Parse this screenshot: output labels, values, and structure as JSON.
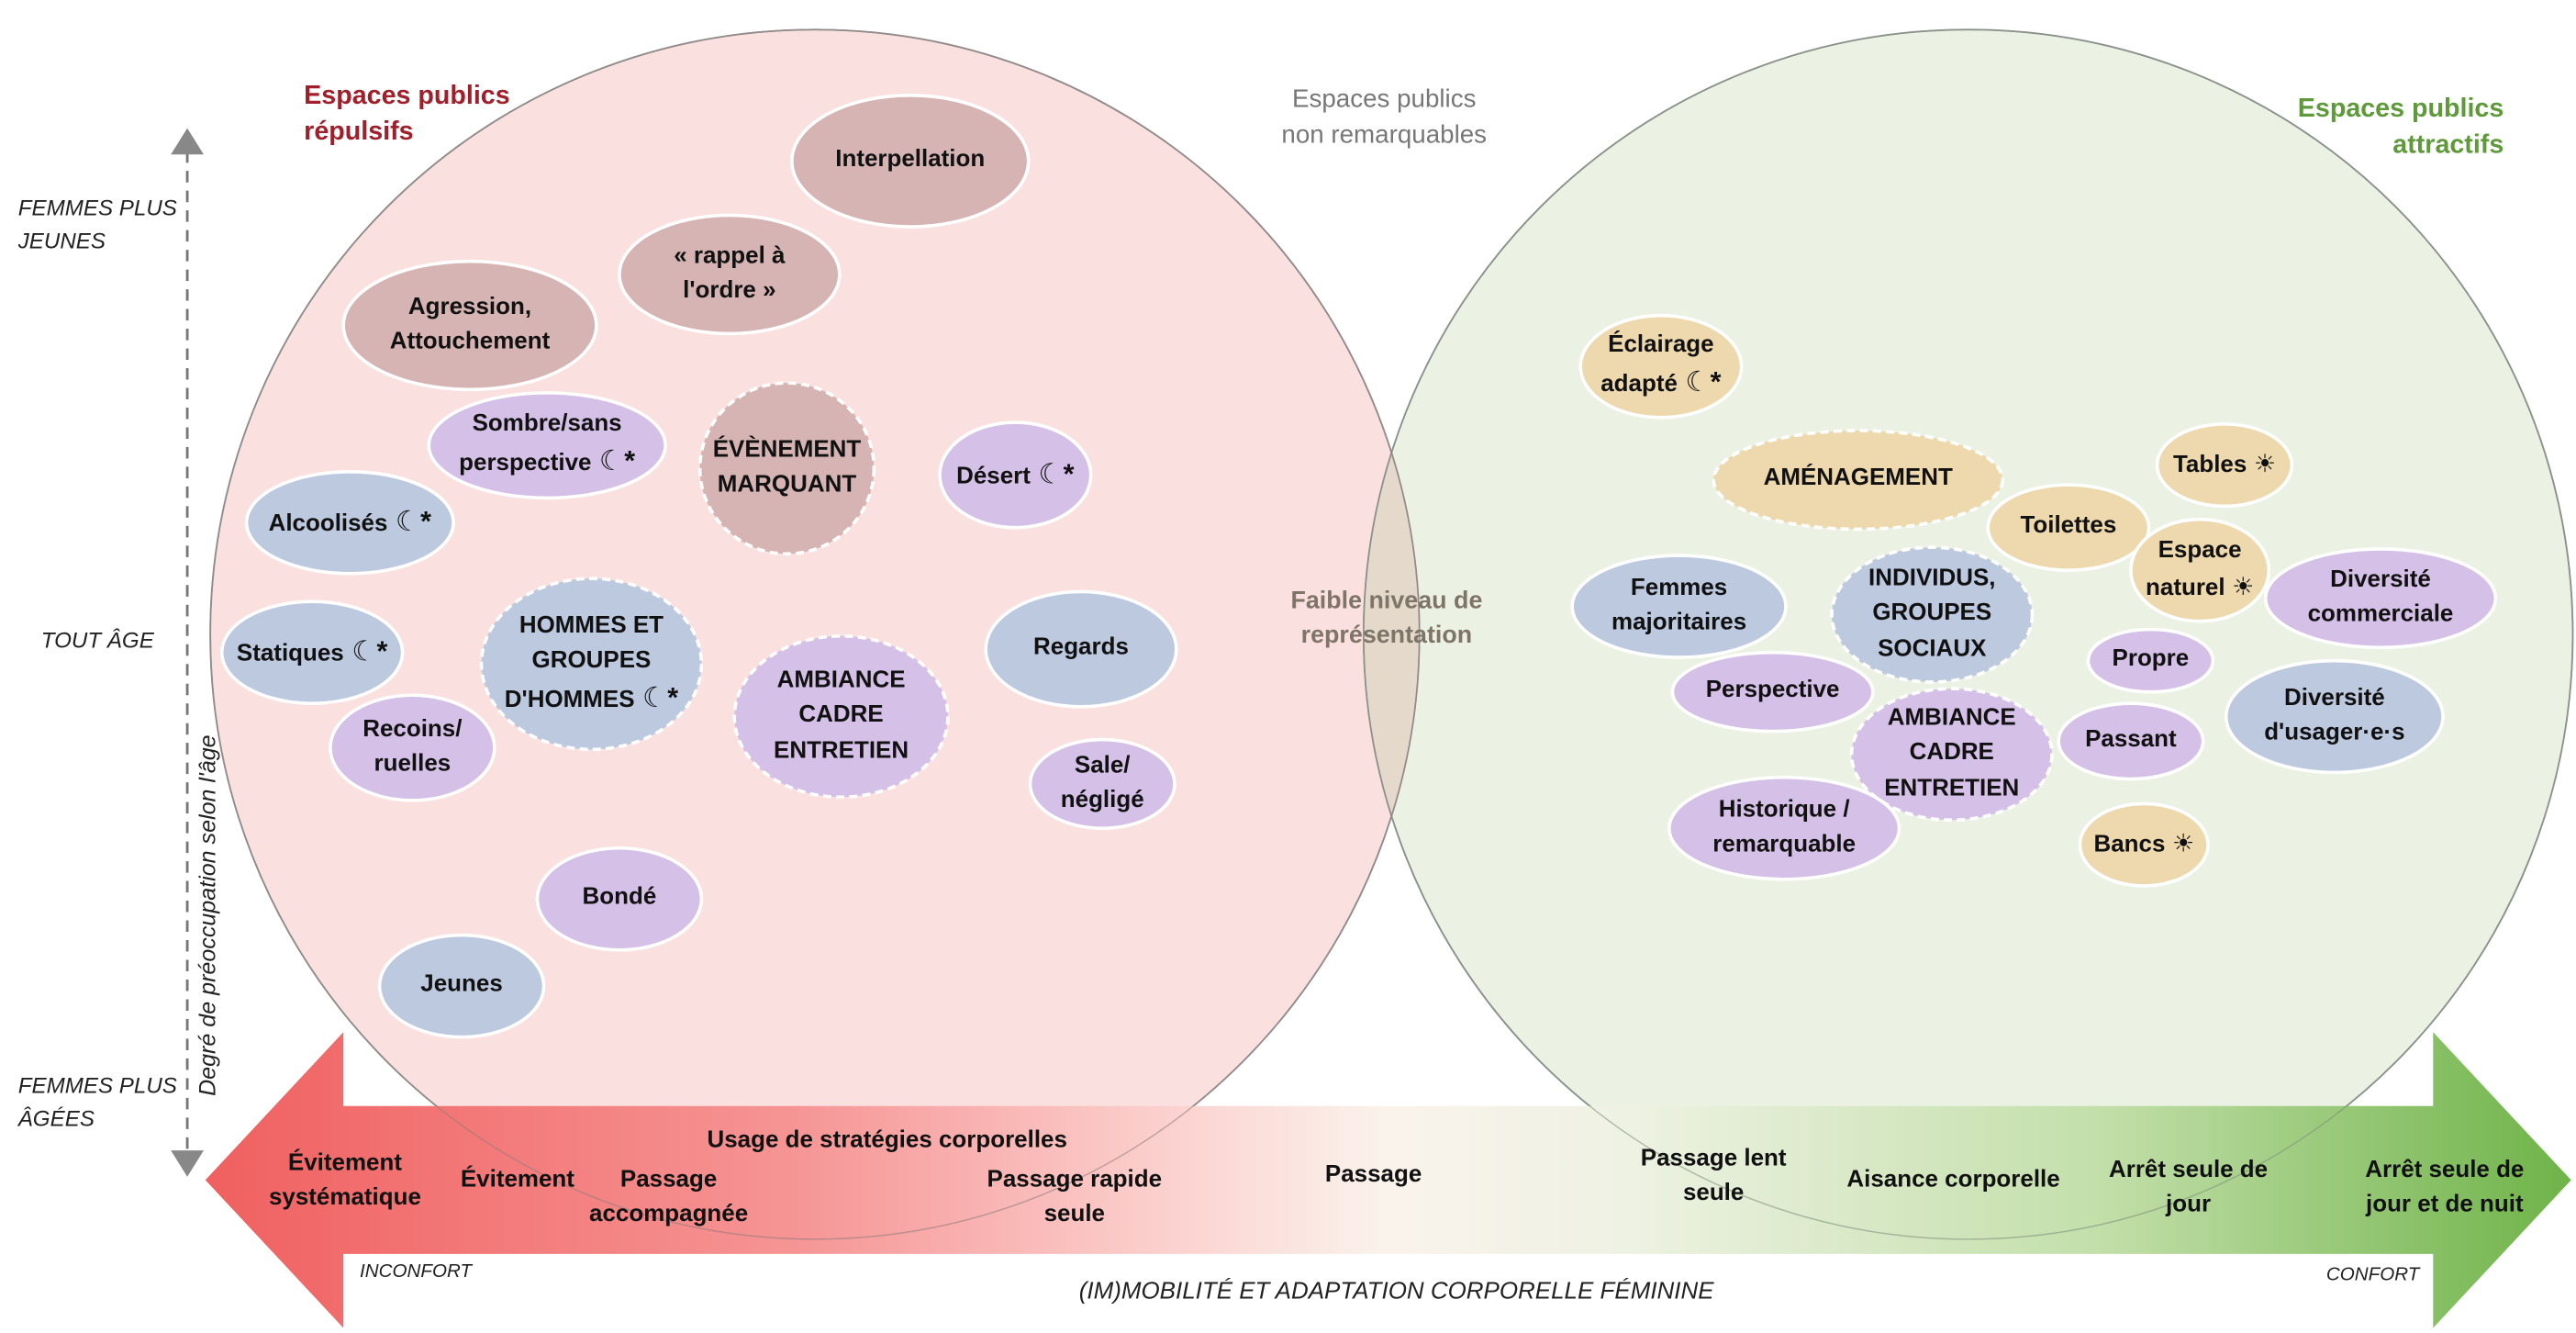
{
  "titles": {
    "repulsive": [
      "Espaces publics",
      "répulsifs"
    ],
    "neutral": [
      "Espaces publics",
      "non remarquables"
    ],
    "attractive": [
      "Espaces publics",
      "attractifs"
    ],
    "overlap": [
      "Faible niveau de",
      "représentation"
    ]
  },
  "y_axis": {
    "label": "Degré de préoccupation selon l'âge",
    "top": [
      "FEMMES PLUS",
      "JEUNES"
    ],
    "middle": "TOUT ÂGE",
    "bottom": [
      "FEMMES PLUS",
      "ÂGÉES"
    ]
  },
  "x_axis": {
    "title": "(IM)MOBILITÉ ET ADAPTATION CORPORELLE FÉMININE",
    "left_end": "INCONFORT",
    "right_end": "CONFORT",
    "header": "Usage de stratégies corporelles",
    "steps": [
      [
        "Évitement",
        "systématique"
      ],
      [
        "Évitement"
      ],
      [
        "Passage",
        "accompagnée"
      ],
      [
        "Passage rapide",
        "seule"
      ],
      [
        "Passage"
      ],
      [
        "Passage lent",
        "seule"
      ],
      [
        "Aisance corporelle"
      ],
      [
        "Arrêt seule de",
        "jour"
      ],
      [
        "Arrêt seule de",
        "jour et de nuit"
      ]
    ]
  },
  "colors": {
    "repulsive_fill": "#fbe1e1",
    "attractive_fill": "#eaf2e3",
    "overlap_fill": "#e5d9cd",
    "mauve": "#d5b3b3",
    "purple": "#d5c1e8",
    "blue": "#bccadf",
    "beige": "#eedbb0",
    "arrow_red": "#f06565",
    "arrow_green": "#7cbb57"
  },
  "icons": {
    "night": "moon-star-icon",
    "day": "sun-icon"
  },
  "ellipses": [
    {
      "id": "interpellation",
      "lines": [
        "Interpellation"
      ],
      "color": "mauve",
      "icon": ""
    },
    {
      "id": "rappel",
      "lines": [
        "« rappel à",
        "l'ordre »"
      ],
      "color": "mauve",
      "icon": ""
    },
    {
      "id": "agression",
      "lines": [
        "Agression,",
        "Attouchement"
      ],
      "color": "mauve",
      "icon": ""
    },
    {
      "id": "evenement",
      "lines": [
        "ÉVÈNEMENT",
        "MARQUANT"
      ],
      "color": "mauve",
      "dashed": true,
      "icon": ""
    },
    {
      "id": "sombre",
      "lines": [
        "Sombre/sans",
        "perspective"
      ],
      "color": "purple",
      "icon": "night"
    },
    {
      "id": "desert",
      "lines": [
        "Désert"
      ],
      "color": "purple",
      "icon": "night"
    },
    {
      "id": "alcoolises",
      "lines": [
        "Alcoolisés"
      ],
      "color": "blue",
      "icon": "night"
    },
    {
      "id": "statiques",
      "lines": [
        "Statiques"
      ],
      "color": "blue",
      "icon": "night"
    },
    {
      "id": "hommes",
      "lines": [
        "HOMMES ET",
        "GROUPES",
        "D'HOMMES"
      ],
      "color": "blue",
      "dashed": true,
      "icon": "night"
    },
    {
      "id": "ambiance-left",
      "lines": [
        "AMBIANCE",
        "CADRE",
        "ENTRETIEN"
      ],
      "color": "purple",
      "dashed": true,
      "icon": ""
    },
    {
      "id": "regards",
      "lines": [
        "Regards"
      ],
      "color": "blue",
      "icon": ""
    },
    {
      "id": "recoins",
      "lines": [
        "Recoins/",
        "ruelles"
      ],
      "color": "purple",
      "icon": ""
    },
    {
      "id": "sale",
      "lines": [
        "Sale/",
        "négligé"
      ],
      "color": "purple",
      "icon": ""
    },
    {
      "id": "bonde",
      "lines": [
        "Bondé"
      ],
      "color": "purple",
      "icon": ""
    },
    {
      "id": "jeunes",
      "lines": [
        "Jeunes"
      ],
      "color": "blue",
      "icon": ""
    },
    {
      "id": "eclairage",
      "lines": [
        "Éclairage",
        "adapté"
      ],
      "color": "beige",
      "icon": "night"
    },
    {
      "id": "amenagement",
      "lines": [
        "AMÉNAGEMENT"
      ],
      "color": "beige",
      "dashed": true,
      "icon": ""
    },
    {
      "id": "tables",
      "lines": [
        "Tables"
      ],
      "color": "beige",
      "icon": "day"
    },
    {
      "id": "toilettes",
      "lines": [
        "Toilettes"
      ],
      "color": "beige",
      "icon": ""
    },
    {
      "id": "espace-naturel",
      "lines": [
        "Espace",
        "naturel"
      ],
      "color": "beige",
      "icon": "day"
    },
    {
      "id": "femmes",
      "lines": [
        "Femmes",
        "majoritaires"
      ],
      "color": "blue",
      "icon": ""
    },
    {
      "id": "individus",
      "lines": [
        "INDIVIDUS,",
        "GROUPES",
        "SOCIAUX"
      ],
      "color": "blue",
      "dashed": true,
      "icon": ""
    },
    {
      "id": "diversite-commerciale",
      "lines": [
        "Diversité",
        "commerciale"
      ],
      "color": "purple",
      "icon": ""
    },
    {
      "id": "perspective",
      "lines": [
        "Perspective"
      ],
      "color": "purple",
      "icon": ""
    },
    {
      "id": "propre",
      "lines": [
        "Propre"
      ],
      "color": "purple",
      "icon": ""
    },
    {
      "id": "ambiance-right",
      "lines": [
        "AMBIANCE",
        "CADRE",
        "ENTRETIEN"
      ],
      "color": "purple",
      "dashed": true,
      "icon": ""
    },
    {
      "id": "passant",
      "lines": [
        "Passant"
      ],
      "color": "purple",
      "icon": ""
    },
    {
      "id": "diversite-usagers",
      "lines": [
        "Diversité",
        "d'usager·e·s"
      ],
      "color": "blue",
      "icon": ""
    },
    {
      "id": "historique",
      "lines": [
        "Historique /",
        "remarquable"
      ],
      "color": "purple",
      "icon": ""
    },
    {
      "id": "bancs",
      "lines": [
        "Bancs"
      ],
      "color": "beige",
      "icon": "day"
    }
  ]
}
